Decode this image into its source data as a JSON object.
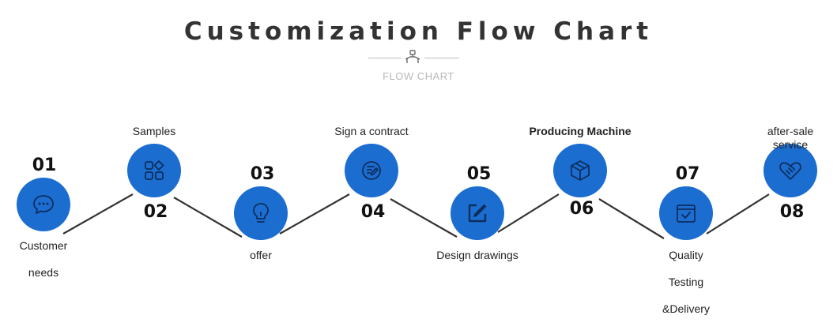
{
  "header": {
    "title": "Customization Flow Chart",
    "subtitle": "FLOW CHART",
    "icon": "handshake-robot-icon"
  },
  "colors": {
    "node": "#1c6dd0",
    "icon_stroke": "#0d2e5e",
    "connector": "#333333"
  },
  "steps": [
    {
      "number": "01",
      "label_lines": [
        "Customer",
        "needs"
      ],
      "icon": "chat-bubble-icon"
    },
    {
      "number": "02",
      "label_lines": [
        "Samples"
      ],
      "icon": "app-grid-icon"
    },
    {
      "number": "03",
      "label_lines": [
        "offer"
      ],
      "icon": "lightbulb-icon"
    },
    {
      "number": "04",
      "label_lines": [
        "Sign a contract"
      ],
      "icon": "contract-icon"
    },
    {
      "number": "05",
      "label_lines": [
        "Design drawings"
      ],
      "icon": "edit-pen-icon"
    },
    {
      "number": "06",
      "label_lines": [
        "Producing Machine"
      ],
      "icon": "cube-box-icon",
      "bold": true
    },
    {
      "number": "07",
      "label_lines": [
        "Quality",
        "Testing",
        "&Delivery"
      ],
      "icon": "calendar-check-icon"
    },
    {
      "number": "08",
      "label_lines": [
        "after-sale",
        "service"
      ],
      "icon": "handshake-icon"
    }
  ]
}
